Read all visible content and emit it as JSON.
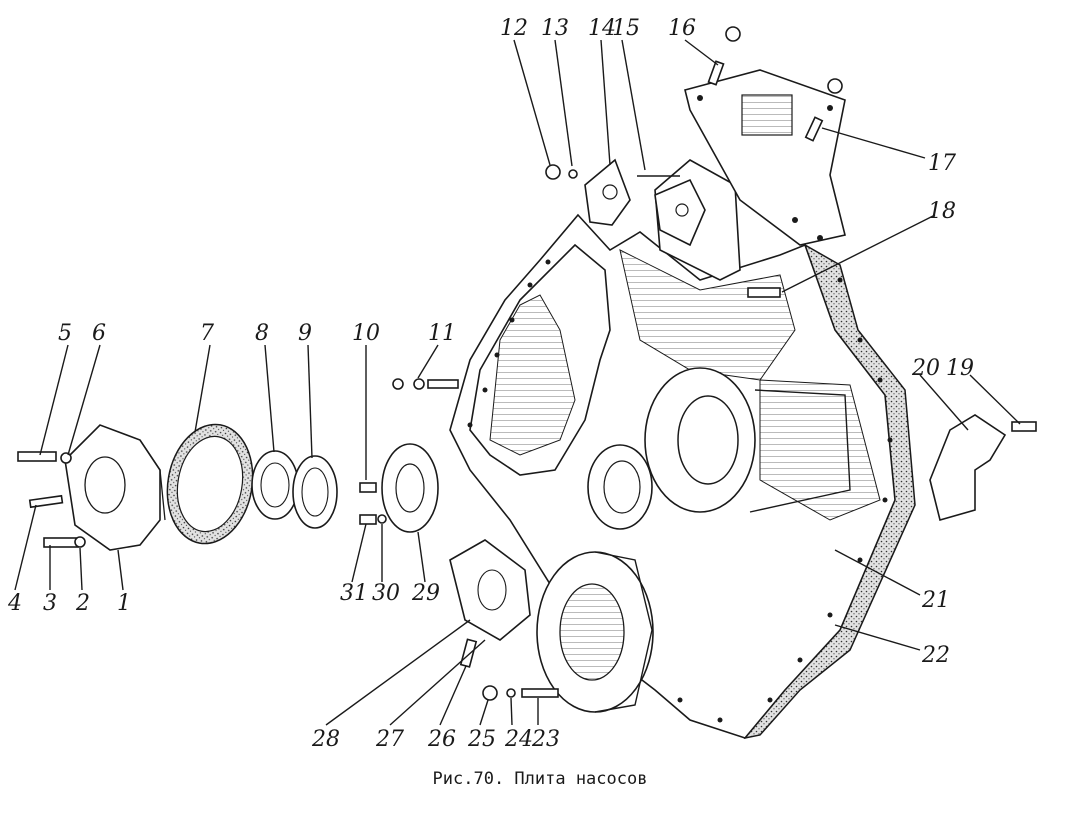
{
  "figure": {
    "caption": "Рис.70. Плита насосов",
    "callouts": [
      "1",
      "2",
      "3",
      "4",
      "5",
      "6",
      "7",
      "8",
      "9",
      "10",
      "11",
      "12",
      "13",
      "14",
      "15",
      "16",
      "17",
      "18",
      "19",
      "20",
      "21",
      "22",
      "23",
      "24",
      "25",
      "26",
      "27",
      "28",
      "29",
      "30",
      "31"
    ]
  },
  "colors": {
    "ink": "#1a1a1a",
    "paper": "#ffffff",
    "gasket": "#d9d9d9"
  }
}
